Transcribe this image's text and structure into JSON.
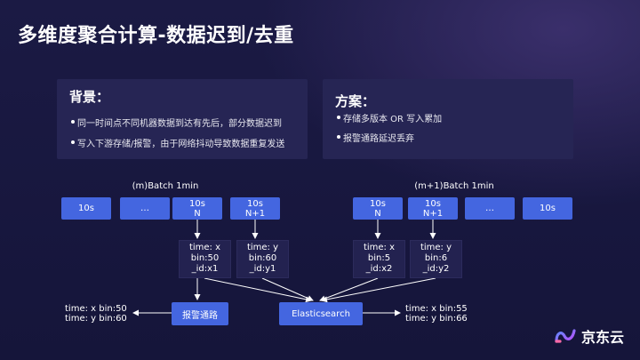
{
  "title": "多维度聚合计算-数据迟到/去重",
  "background_panel": {
    "title": "背景：",
    "items": [
      "同一时间点不同机器数据到达有先后，部分数据迟到",
      "写入下游存储/报警，由于网络抖动导致数据重复发送"
    ]
  },
  "solution_panel": {
    "title": "方案：",
    "items": [
      "存储多版本 OR 写入累加",
      "报警通路延迟丢弃"
    ]
  },
  "left_batch": {
    "label": "(m)Batch 1min",
    "segments": [
      {
        "line1": "10s",
        "line2": ""
      },
      {
        "line1": "…",
        "line2": ""
      },
      {
        "line1": "10s",
        "line2": "N"
      },
      {
        "line1": "10s",
        "line2": "N+1"
      }
    ],
    "records": [
      {
        "time": "time: x",
        "bin": "bin:50",
        "id": "_id:x1"
      },
      {
        "time": "time: y",
        "bin": "bin:60",
        "id": "_id:y1"
      }
    ]
  },
  "right_batch": {
    "label": "(m+1)Batch 1min",
    "segments": [
      {
        "line1": "10s",
        "line2": "N"
      },
      {
        "line1": "10s",
        "line2": "N+1"
      },
      {
        "line1": "…",
        "line2": ""
      },
      {
        "line1": "10s",
        "line2": ""
      }
    ],
    "records": [
      {
        "time": "time: x",
        "bin": "bin:5",
        "id": "_id:x2"
      },
      {
        "time": "time: y",
        "bin": "bin:6",
        "id": "_id:y2"
      }
    ]
  },
  "alert": {
    "label": "报警通路",
    "result_line1": "time: x bin:50",
    "result_line2": "time: y bin:60"
  },
  "elasticsearch": {
    "label": "Elasticsearch",
    "result_line1": "time: x bin:55",
    "result_line2": "time: y bin:66"
  },
  "logo": {
    "text": "京东云",
    "icon": "jd-cloud-logo-icon"
  },
  "colors": {
    "accent": "#4466e0",
    "background": "#17163a",
    "panel": "#262554"
  }
}
